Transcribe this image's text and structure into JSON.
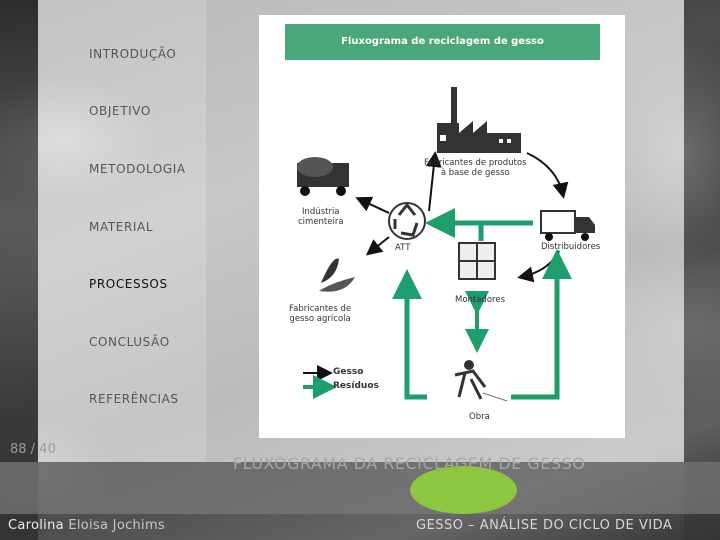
{
  "nav": {
    "items": [
      {
        "label": "INTRODUÇÃO"
      },
      {
        "label": "OBJETIVO"
      },
      {
        "label": "METODOLOGIA"
      },
      {
        "label": "MATERIAL"
      },
      {
        "label": "PROCESSOS"
      },
      {
        "label": "CONCLUSÃO"
      },
      {
        "label": "REFERÊNCIAS"
      }
    ],
    "active": "PROCESSOS"
  },
  "page_number": "88 / 40",
  "slide_title": "FLUXOGRAMA  DA RECICLAGEM  DE GESSO",
  "footer": {
    "author_first": "Carolina",
    "author_rest": " Eloisa Jochims",
    "subject": "GESSO – ANÁLISE DO CICLO DE VIDA"
  },
  "figure": {
    "title": "Fluxograma de reciclagem de gesso",
    "nodes": {
      "fabricantes_produtos": "Fabricantes de produtos\nà base de gesso",
      "industria_cimenteira": "Indústria\ncimenteira",
      "att": "ATT",
      "distribuidores": "Distribuidores",
      "montadores": "Montadores",
      "fabricantes_agricola": "Fabricantes de\ngesso agrícola",
      "obra": "Obra"
    },
    "legend": {
      "gesso": "Gesso",
      "residuos": "Resíduos"
    }
  },
  "colors": {
    "accent_green": "#49a77a",
    "arrow_green": "#1e9e6a",
    "oval_green": "#8dc63f"
  }
}
